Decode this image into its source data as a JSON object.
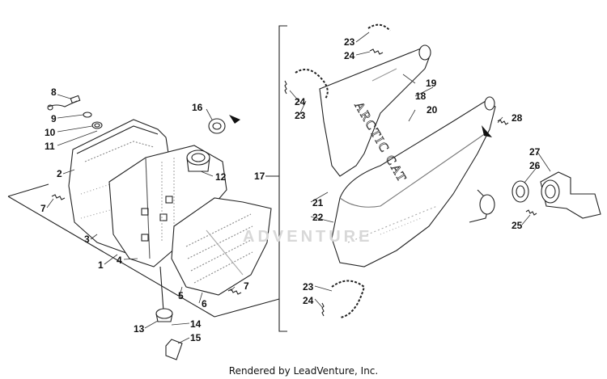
{
  "diagram": {
    "callouts": [
      {
        "id": "c8",
        "text": "8"
      },
      {
        "id": "c9",
        "text": "9"
      },
      {
        "id": "c10",
        "text": "10"
      },
      {
        "id": "c11",
        "text": "11"
      },
      {
        "id": "c16",
        "text": "16"
      },
      {
        "id": "c2",
        "text": "2"
      },
      {
        "id": "c12",
        "text": "12"
      },
      {
        "id": "c7a",
        "text": "7"
      },
      {
        "id": "c3",
        "text": "3"
      },
      {
        "id": "c1",
        "text": "1"
      },
      {
        "id": "c4",
        "text": "4"
      },
      {
        "id": "c5",
        "text": "5"
      },
      {
        "id": "c6",
        "text": "6"
      },
      {
        "id": "c7b",
        "text": "7"
      },
      {
        "id": "c13",
        "text": "13"
      },
      {
        "id": "c14",
        "text": "14"
      },
      {
        "id": "c15",
        "text": "15"
      },
      {
        "id": "c17",
        "text": "17"
      },
      {
        "id": "c23a",
        "text": "23"
      },
      {
        "id": "c24a",
        "text": "24"
      },
      {
        "id": "c19",
        "text": "19"
      },
      {
        "id": "c18",
        "text": "18"
      },
      {
        "id": "c24b",
        "text": "24"
      },
      {
        "id": "c23b",
        "text": "23"
      },
      {
        "id": "c20",
        "text": "20"
      },
      {
        "id": "c28",
        "text": "28"
      },
      {
        "id": "c27",
        "text": "27"
      },
      {
        "id": "c26",
        "text": "26"
      },
      {
        "id": "c21",
        "text": "21"
      },
      {
        "id": "c22",
        "text": "22"
      },
      {
        "id": "c25",
        "text": "25"
      },
      {
        "id": "c23c",
        "text": "23"
      },
      {
        "id": "c24c",
        "text": "24"
      }
    ],
    "pipe_lettering": "ARCTIC CAT",
    "watermark": "ADVENTURE",
    "footer": "Rendered by LeadVenture, Inc."
  },
  "colors": {
    "line": "#222222",
    "paper": "#ffffff",
    "watermark": "#d8d8d8"
  }
}
